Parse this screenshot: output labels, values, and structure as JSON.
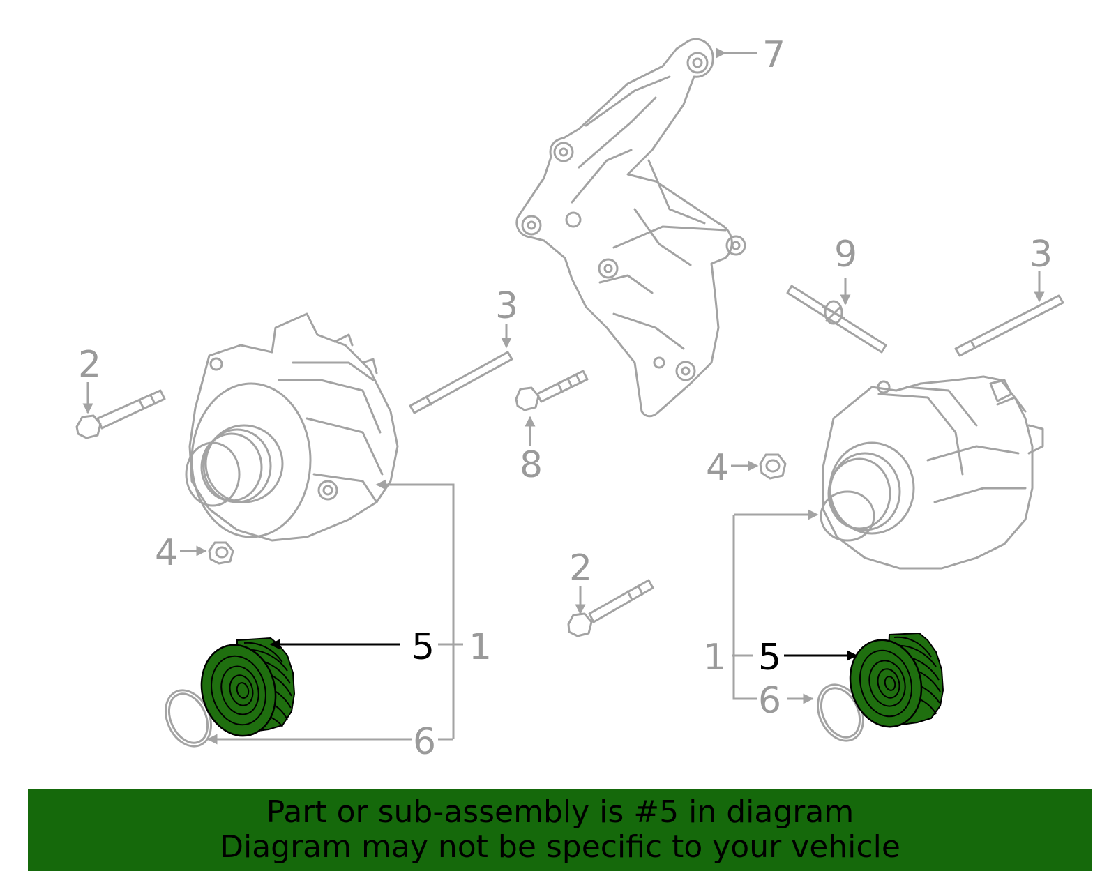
{
  "callouts": {
    "c1_left": "1",
    "c1_right": "1",
    "c2_left": "2",
    "c2_center": "2",
    "c3_left": "3",
    "c3_right": "3",
    "c4_left": "4",
    "c4_right": "4",
    "c5_left": "5",
    "c5_right": "5",
    "c6_left": "6",
    "c6_right": "6",
    "c7": "7",
    "c8": "8",
    "c9": "9"
  },
  "highlighted_part": "5",
  "banner": {
    "line1": "Part or sub-assembly is #5 in diagram",
    "line2": "Diagram may not be specific to your vehicle"
  },
  "colors": {
    "highlight": "#1f6f0f",
    "outline": "#a3a3a3",
    "banner_bg": "#15690b",
    "banner_text": "#000000"
  }
}
